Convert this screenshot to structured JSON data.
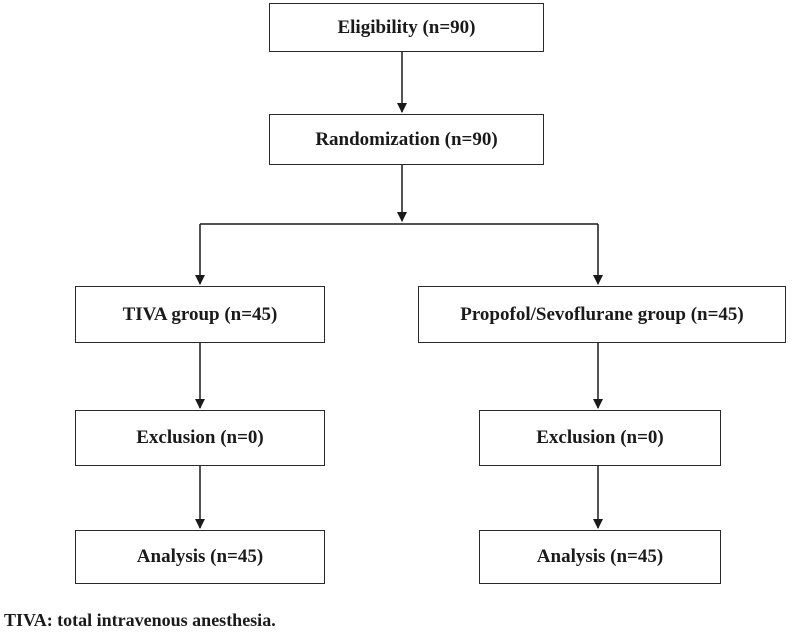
{
  "flowchart": {
    "eligibility": "Eligibility (n=90)",
    "randomization": "Randomization (n=90)",
    "left_branch": {
      "group": "TIVA group (n=45)",
      "exclusion": "Exclusion (n=0)",
      "analysis": "Analysis (n=45)"
    },
    "right_branch": {
      "group": "Propofol/Sevoflurane group (n=45)",
      "exclusion": "Exclusion (n=0)",
      "analysis": "Analysis (n=45)"
    }
  },
  "footnote": "TIVA: total intravenous anesthesia."
}
